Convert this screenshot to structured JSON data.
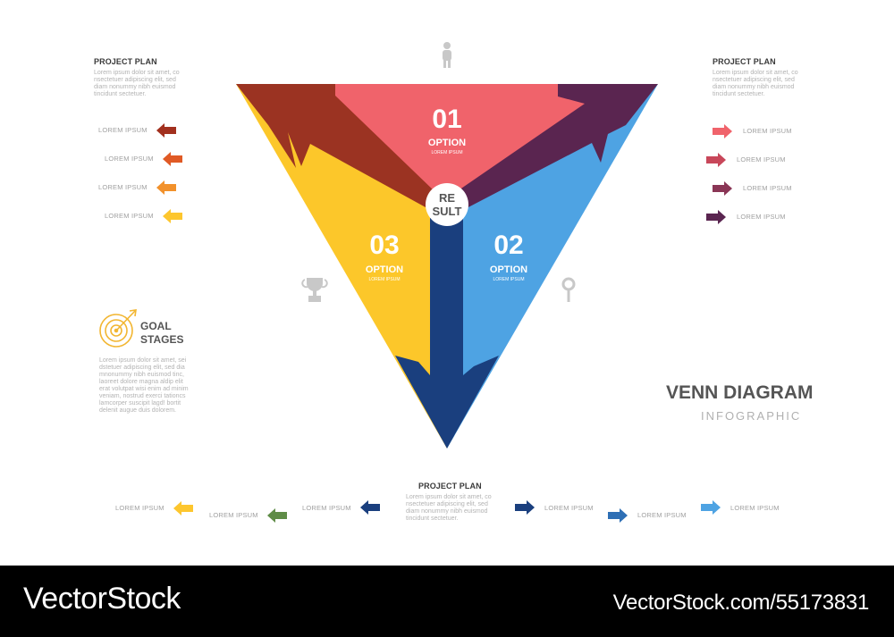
{
  "diagram": {
    "options": [
      {
        "number": "01",
        "title": "OPTION",
        "subtitle": "LOREM IPSUM",
        "color": "#f0636b"
      },
      {
        "number": "02",
        "title": "OPTION",
        "subtitle": "LOREM IPSUM",
        "color": "#4ea3e3"
      },
      {
        "number": "03",
        "title": "OPTION",
        "subtitle": "LOREM IPSUM",
        "color": "#fcc72a"
      }
    ],
    "result_line1": "RE",
    "result_line2": "SULT",
    "arrow_colors": {
      "top_left": "#9b3322",
      "top_right": "#5a2550",
      "bottom": "#1a3f7e"
    }
  },
  "icons": {
    "top": "person-icon",
    "left": "trophy-icon",
    "right": "magnifier-icon",
    "goal": "target-icon"
  },
  "left_panel": {
    "heading": "PROJECT PLAN",
    "text": [
      "Lorem ipsum dolor sit amet, co",
      "nsectetuer adipiscing elit, sed",
      "diam nonummy nibh euismod",
      "tincidunt sectetuer."
    ],
    "arrows": [
      {
        "label": "LOREM IPSUM",
        "color": "#a2301e"
      },
      {
        "label": "LOREM IPSUM",
        "color": "#e05a25"
      },
      {
        "label": "LOREM IPSUM",
        "color": "#f2912b"
      },
      {
        "label": "LOREM IPSUM",
        "color": "#fdc62e"
      }
    ]
  },
  "right_panel": {
    "heading": "PROJECT PLAN",
    "text": [
      "Lorem ipsum dolor sit amet, co",
      "nsectetuer adipiscing elit, sed",
      "diam nonummy nibh euismod",
      "tincidunt sectetuer."
    ],
    "arrows": [
      {
        "label": "LOREM IPSUM",
        "color": "#f0636b"
      },
      {
        "label": "LOREM IPSUM",
        "color": "#c8475a"
      },
      {
        "label": "LOREM IPSUM",
        "color": "#8a3656"
      },
      {
        "label": "LOREM IPSUM",
        "color": "#5a2550"
      }
    ]
  },
  "goal": {
    "title_line1": "GOAL",
    "title_line2": "STAGES",
    "text": [
      "Lorem ipsum dolor sit amet, sei",
      "dstetuer adipiscing elit, sed dia",
      "mnonummy nibh euismod tinc,",
      "laoreet dolore magna aldip elit",
      "erat volutpat wisi enim ad minim",
      "veniam, nostrud exerci tationcs",
      "lamcorper suscipit lagd! bortit",
      "delenit augue duis dolorem."
    ]
  },
  "bottom_panel": {
    "heading": "PROJECT PLAN",
    "text": [
      "Lorem ipsum dolor sit amet, co",
      "nsectetuer adipiscing elit, sed",
      "diam nonummy nibh euismod",
      "tincidunt sectetuer."
    ],
    "left_arrows": [
      {
        "label": "LOREM IPSUM",
        "color": "#fdc62e"
      },
      {
        "label": "LOREM IPSUM",
        "color": "#5f8c47"
      },
      {
        "label": "LOREM IPSUM",
        "color": "#1a3f7e"
      }
    ],
    "right_arrows": [
      {
        "label": "LOREM IPSUM",
        "color": "#1a3f7e"
      },
      {
        "label": "LOREM IPSUM",
        "color": "#2e6fb5"
      },
      {
        "label": "LOREM IPSUM",
        "color": "#4ea3e3"
      }
    ]
  },
  "title": {
    "main": "VENN DIAGRAM",
    "sub": "INFOGRAPHIC"
  },
  "watermark": {
    "brand": "VectorStock",
    "id": "VectorStock.com/55173831"
  }
}
